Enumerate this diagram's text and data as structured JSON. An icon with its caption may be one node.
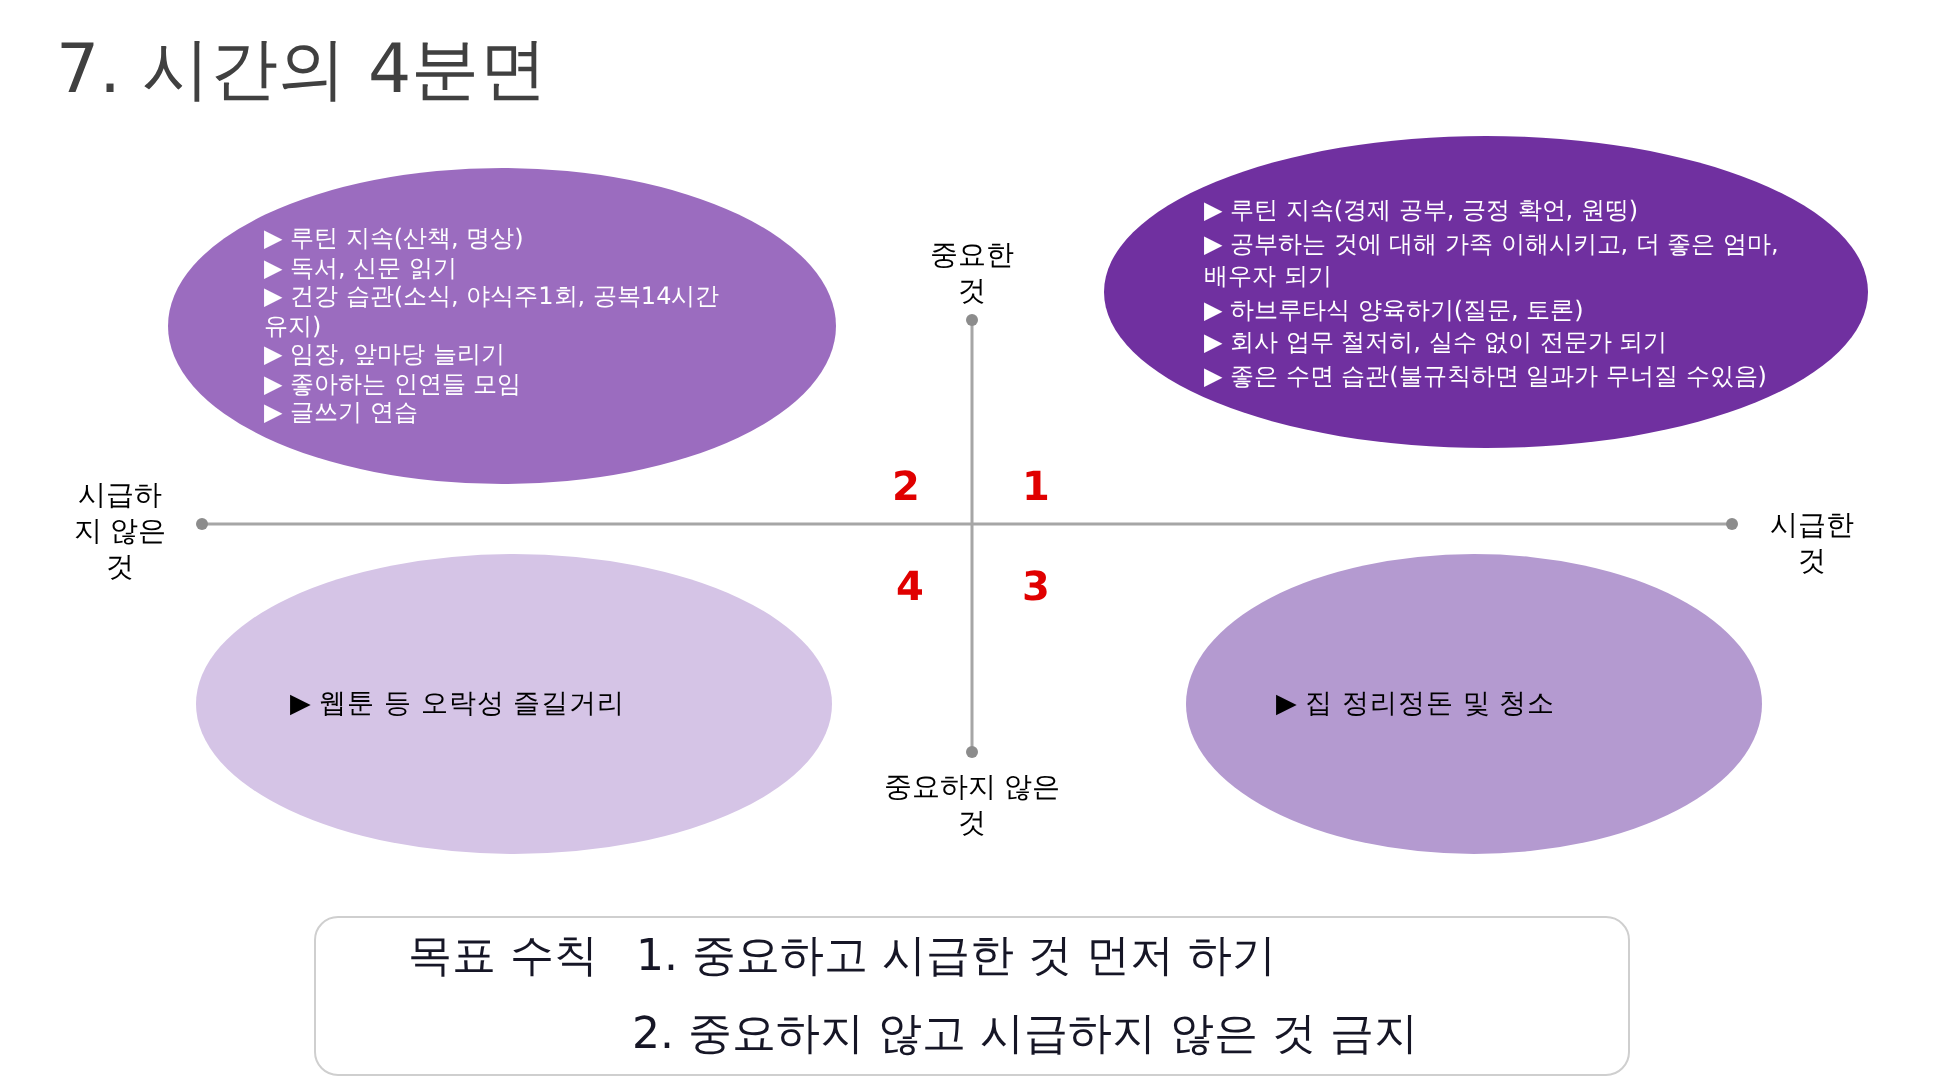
{
  "diagram": {
    "title": "7. 시간의 4분면",
    "nodes": [
      {
        "text": [
          "▶ 루틴 지속(산책, 명상)",
          "▶ 독서, 신문 읽기",
          "▶ 건강 습관(소식, 야식주1회, 공복14시간 유지)",
          "▶ 임장, 앞마당 늘리기",
          "▶ 좋아하는 인연들 모임",
          "▶ 글쓰기 연습"
        ]
      },
      {
        "text": [
          "▶ 루틴 지속(경제 공부, 긍정 확언, 원띵)",
          "▶ 공부하는 것에 대해 가족 이해시키고, 더 좋은 엄마, 배우자 되기",
          "▶ 하브루타식 양육하기(질문, 토론)",
          "▶ 회사 업무 철저히, 실수 없이 전문가 되기",
          "▶ 좋은 수면 습관(불규칙하면 일과가 무너질 수있음)"
        ]
      },
      {
        "text": [
          "▶ 웹툰 등 오락성 즐길거리"
        ]
      },
      {
        "text": [
          "▶ 집 정리정돈 및 청소"
        ]
      },
      {
        "text": [
          "목표 수칙",
          "1. 중요하고 시급한 것 먼저 하기",
          "2. 중요하지 않고 시급하지 않은 것 금지"
        ]
      }
    ],
    "labels": [
      "중요한 것",
      "시급하지 않은 것",
      "2",
      "1",
      "시급한 것",
      "4",
      "3",
      "중요하지 않은 것"
    ]
  }
}
